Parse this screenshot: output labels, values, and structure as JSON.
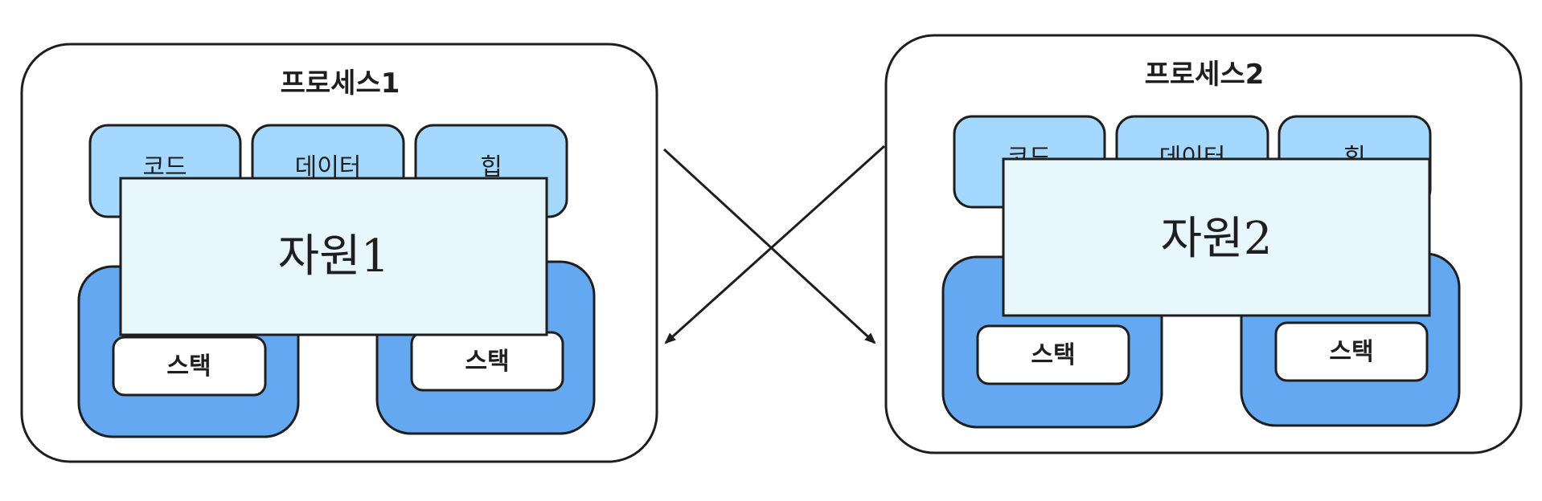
{
  "process1": {
    "title": "프로세스1",
    "segments": {
      "code": "코드",
      "data": "데이터",
      "heap": "힙"
    },
    "stacks": [
      "스택",
      "스택"
    ],
    "resource": "자원1"
  },
  "process2": {
    "title": "프로세스2",
    "segments": {
      "code": "코드",
      "data": "데이터",
      "heap": "힙"
    },
    "stacks": [
      "스택",
      "스택"
    ],
    "resource": "자원2"
  },
  "colors": {
    "stroke": "#1e1e1e",
    "segment_fill": "#a5d8ff",
    "thread_fill": "#64a8f2",
    "resource_fill": "#e7f7fc",
    "background": "#ffffff"
  }
}
